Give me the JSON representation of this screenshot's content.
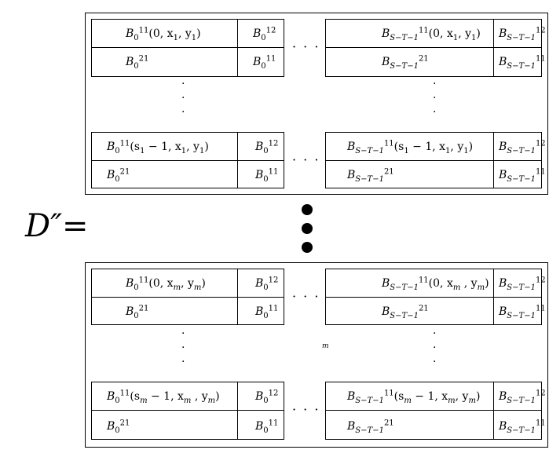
{
  "equation_label": "D″=",
  "m_label": "m",
  "blocks": [
    {
      "row1": {
        "a_base": "B",
        "a_sub": "0",
        "a_sup": "11",
        "a_args": "(0, x",
        "a_arg1_sub": "1",
        "a_mid": ", y",
        "a_arg2_sub": "1",
        "a_close": ")",
        "b_base": "B",
        "b_sub": "0",
        "b_sup": "12",
        "c_base": "B",
        "c_sub": "S−T−1",
        "c_sup": "11",
        "c_args": "(0, x",
        "c_arg1_sub": "1",
        "c_mid": ", y",
        "c_arg2_sub": "1",
        "c_close": ")",
        "d_base": "B",
        "d_sub": "S−T−1",
        "d_sup": "12"
      },
      "row2": {
        "a_base": "B",
        "a_sub": "0",
        "a_sup": "21",
        "b_base": "B",
        "b_sub": "0",
        "b_sup": "11",
        "c_base": "B",
        "c_sub": "S−T−1",
        "c_sup": "21",
        "d_base": "B",
        "d_sub": "S−T−1",
        "d_sup": "11"
      },
      "row3": {
        "a_base": "B",
        "a_sub": "0",
        "a_sup": "11",
        "a_args": "(s",
        "a_arg0_sub": "1",
        "a_rest": " − 1, x",
        "a_arg1_sub": "1",
        "a_mid": ", y",
        "a_arg2_sub": "1",
        "a_close": ")",
        "b_base": "B",
        "b_sub": "0",
        "b_sup": "12",
        "c_base": "B",
        "c_sub": "S−T−1",
        "c_sup": "11",
        "c_args": "(s",
        "c_arg0_sub": "1",
        "c_rest": " − 1, x",
        "c_arg1_sub": "1",
        "c_mid": ", y",
        "c_arg2_sub": "1",
        "c_close": ")",
        "d_base": "B",
        "d_sub": "S−T−1",
        "d_sup": "12"
      },
      "row4": {
        "a_base": "B",
        "a_sub": "0",
        "a_sup": "21",
        "b_base": "B",
        "b_sub": "0",
        "b_sup": "11",
        "c_base": "B",
        "c_sub": "S−T−1",
        "c_sup": "21",
        "d_base": "B",
        "d_sub": "S−T−1",
        "d_sup": "11"
      }
    },
    {
      "row1": {
        "a_base": "B",
        "a_sub": "0",
        "a_sup": "11",
        "a_args": "(0, x",
        "a_arg1_sub": "m",
        "a_mid": ", y",
        "a_arg2_sub": "m",
        "a_close": ")",
        "b_base": "B",
        "b_sub": "0",
        "b_sup": "12",
        "c_base": "B",
        "c_sub": "S−T−1",
        "c_sup": "11",
        "c_args": "(0, x",
        "c_arg1_sub": "m",
        "c_mid": " , y",
        "c_arg2_sub": "m",
        "c_close": ")",
        "d_base": "B",
        "d_sub": "S−T−1",
        "d_sup": "12"
      },
      "row2": {
        "a_base": "B",
        "a_sub": "0",
        "a_sup": "21",
        "b_base": "B",
        "b_sub": "0",
        "b_sup": "11",
        "c_base": "B",
        "c_sub": "S−T−1",
        "c_sup": "21",
        "d_base": "B",
        "d_sub": "S−T−1",
        "d_sup": "11"
      },
      "row3": {
        "a_base": "B",
        "a_sub": "0",
        "a_sup": "11",
        "a_args": "(s",
        "a_arg0_sub": "m",
        "a_rest": " − 1, x",
        "a_arg1_sub": "m",
        "a_mid": " , y",
        "a_arg2_sub": "m",
        "a_close": ")",
        "b_base": "B",
        "b_sub": "0",
        "b_sup": "12",
        "c_base": "B",
        "c_sub": "S−T−1",
        "c_sup": "11",
        "c_args": "(s",
        "c_arg0_sub": "m",
        "c_rest": " − 1, x",
        "c_arg1_sub": "m",
        "c_mid": ", y",
        "c_arg2_sub": "m",
        "c_close": ")",
        "d_base": "B",
        "d_sub": "S−T−1",
        "d_sup": "12"
      },
      "row4": {
        "a_base": "B",
        "a_sub": "0",
        "a_sup": "21",
        "b_base": "B",
        "b_sub": "0",
        "b_sup": "11",
        "c_base": "B",
        "c_sub": "S−T−1",
        "c_sup": "21",
        "d_base": "B",
        "d_sub": "S−T−1",
        "d_sup": "11"
      }
    }
  ],
  "hdots": "· · ·",
  "vdots": "·"
}
